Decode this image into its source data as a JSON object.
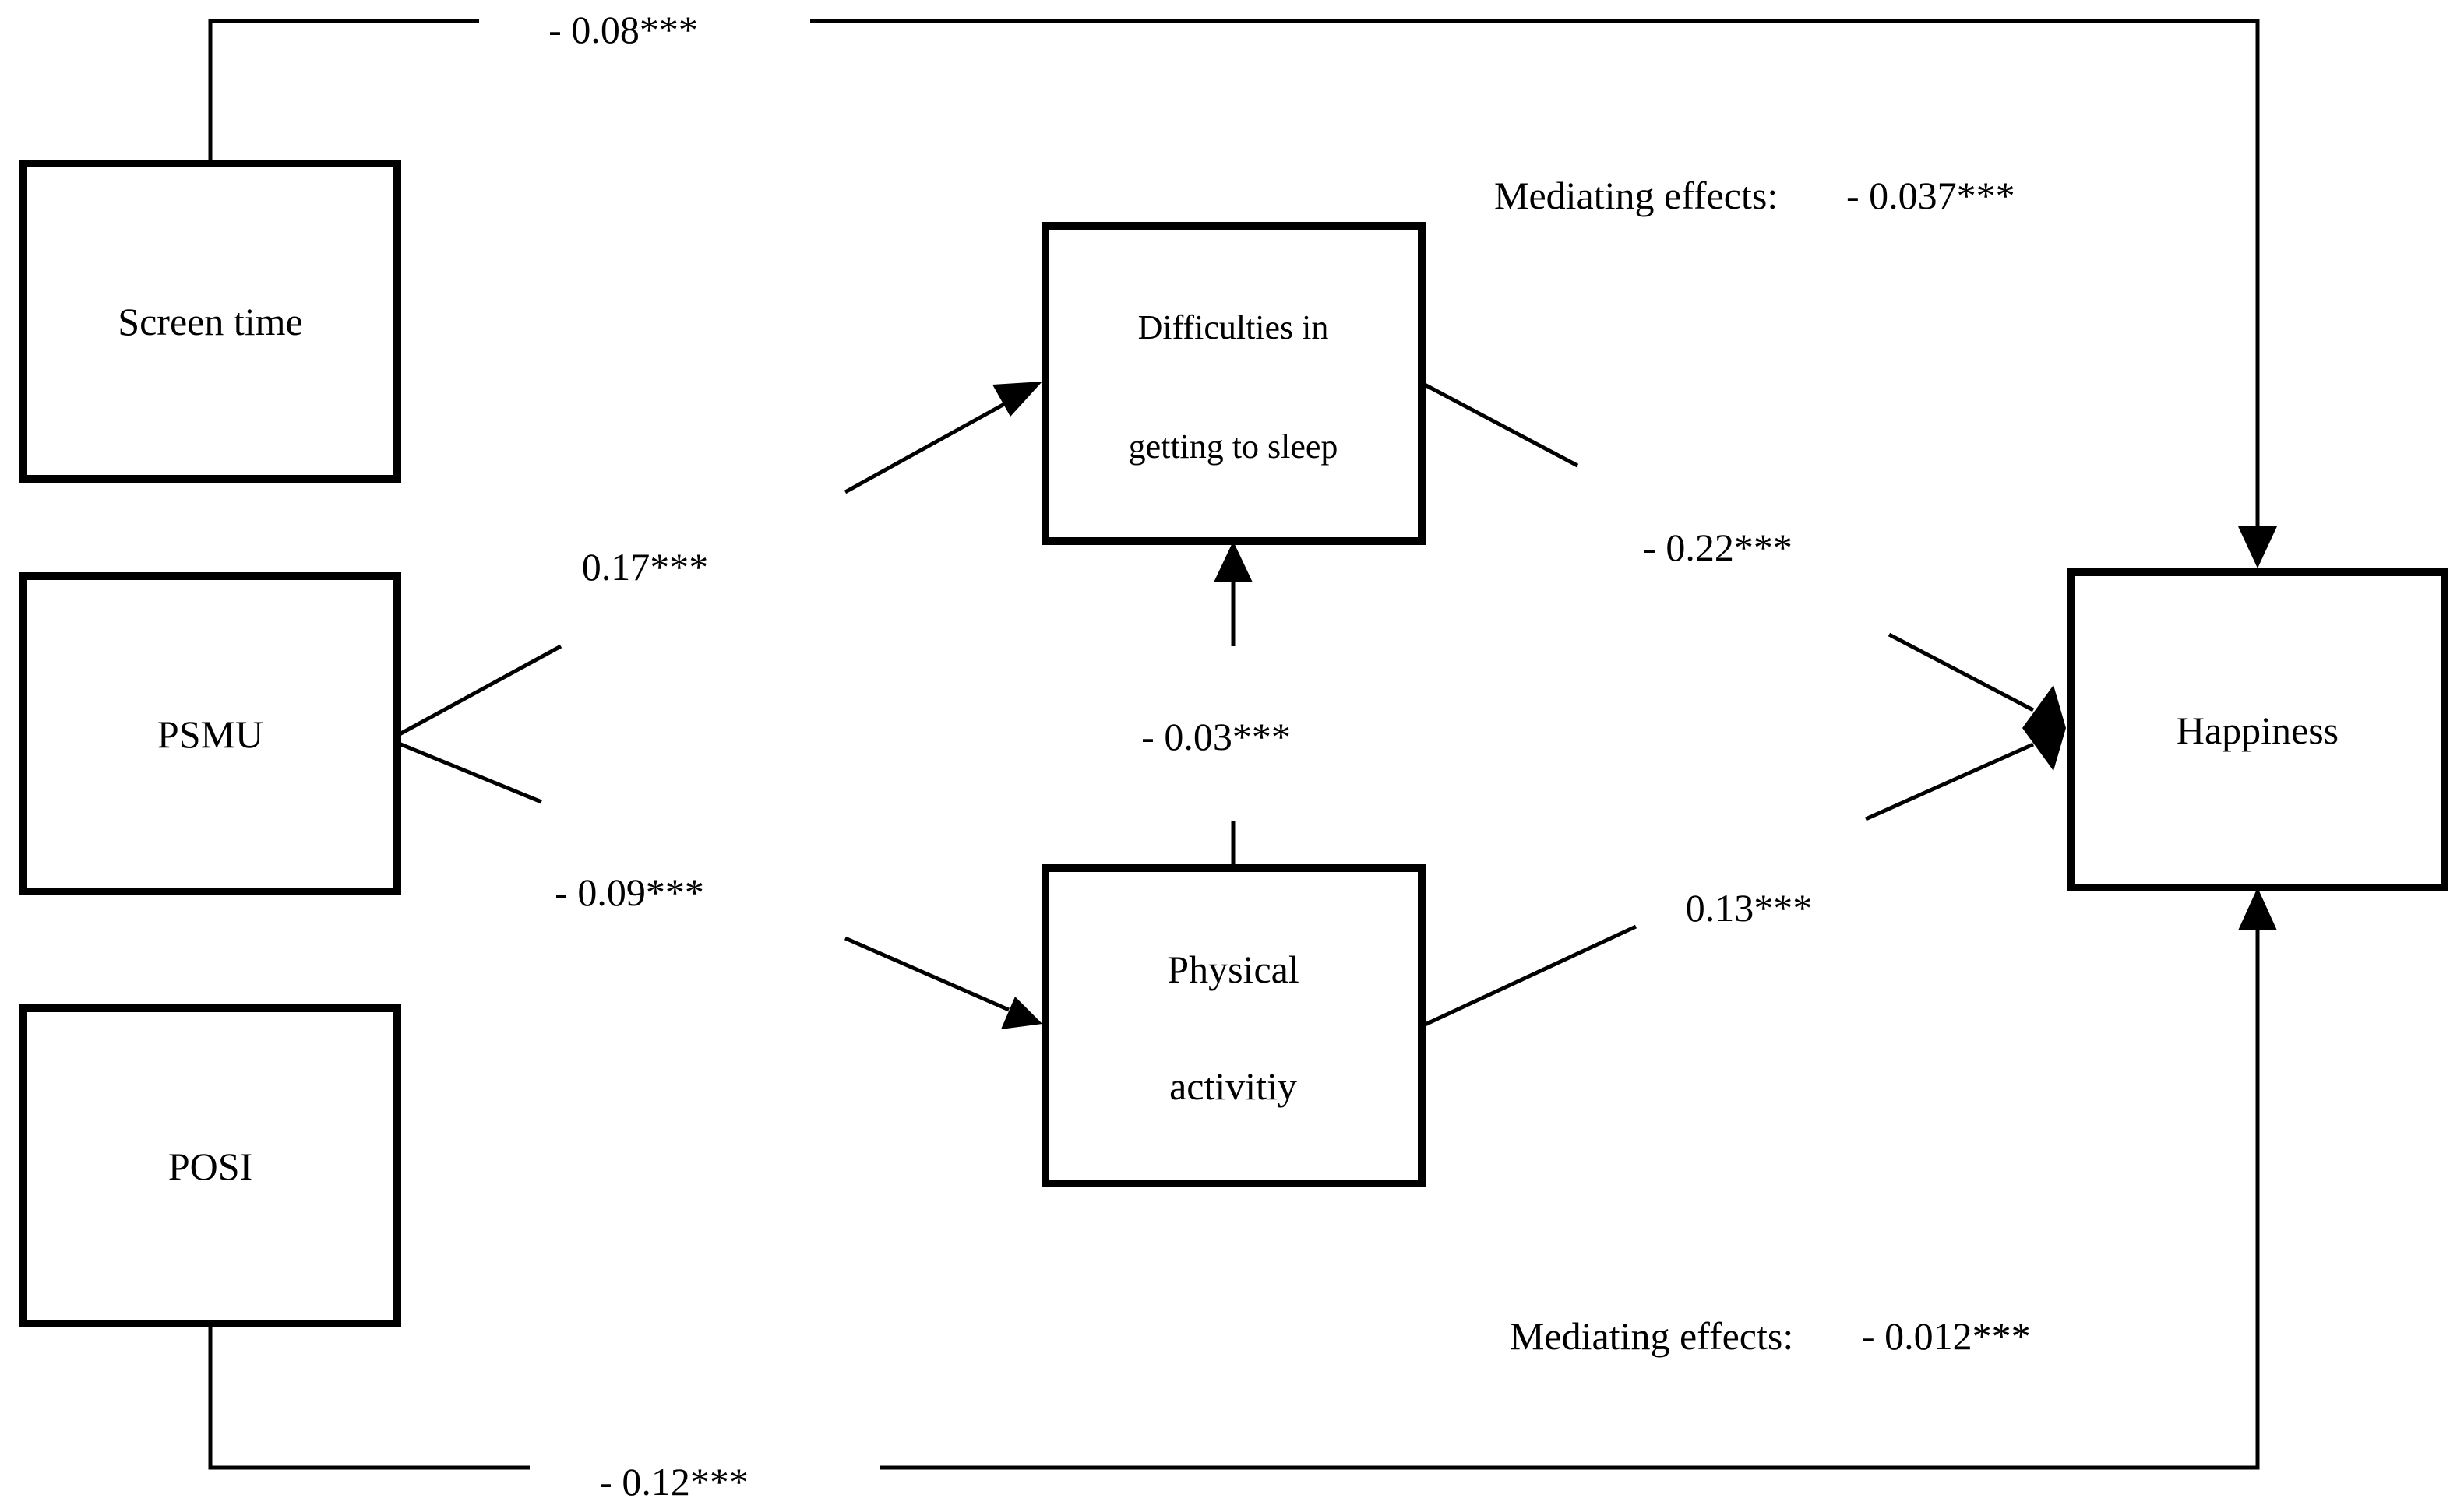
{
  "nodes": {
    "screen_time": "Screen time",
    "psmu": "PSMU",
    "posi": "POSI",
    "sleep_line1": "Difficulties in",
    "sleep_line2": "getting to sleep",
    "physical_line1": "Physical",
    "physical_line2": "activitiy",
    "happiness": "Happiness"
  },
  "coefficients": {
    "screen_to_happiness": "- 0.08***",
    "psmu_to_sleep": "0.17***",
    "psmu_to_physical": "- 0.09***",
    "physical_to_sleep": "- 0.03***",
    "sleep_to_happiness": "- 0.22***",
    "physical_to_happiness": "0.13***",
    "posi_to_happiness": "- 0.12***"
  },
  "mediating": {
    "top_label": "Mediating effects:",
    "top_value": "- 0.037***",
    "bottom_label": "Mediating effects:",
    "bottom_value": "- 0.012***"
  }
}
